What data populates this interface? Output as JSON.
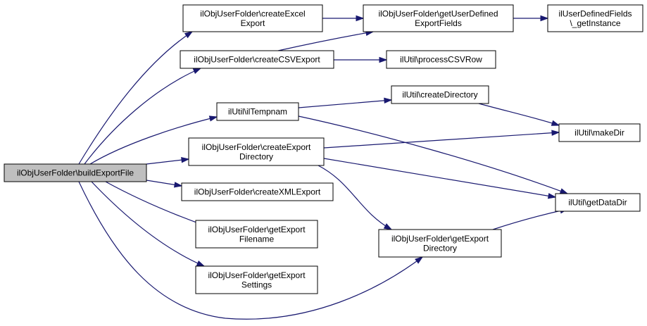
{
  "nodes": {
    "buildExportFile": {
      "lines": [
        "ilObjUserFolder\\buildExportFile"
      ]
    },
    "createExcelExport": {
      "lines": [
        "ilObjUserFolder\\createExcel",
        "Export"
      ]
    },
    "createCSVExport": {
      "lines": [
        "ilObjUserFolder\\createCSVExport"
      ]
    },
    "ilTempnam": {
      "lines": [
        "ilUtil\\ilTempnam"
      ]
    },
    "createExportDirectory": {
      "lines": [
        "ilObjUserFolder\\createExport",
        "Directory"
      ]
    },
    "createXMLExport": {
      "lines": [
        "ilObjUserFolder\\createXMLExport"
      ]
    },
    "getExportFilename": {
      "lines": [
        "ilObjUserFolder\\getExport",
        "Filename"
      ]
    },
    "getExportSettings": {
      "lines": [
        "ilObjUserFolder\\getExport",
        "Settings"
      ]
    },
    "getUserDefinedExportFields": {
      "lines": [
        "ilObjUserFolder\\getUserDefined",
        "ExportFields"
      ]
    },
    "udfGetInstance": {
      "lines": [
        "ilUserDefinedFields",
        "\\_getInstance"
      ]
    },
    "processCSVRow": {
      "lines": [
        "ilUtil\\processCSVRow"
      ]
    },
    "createDirectory": {
      "lines": [
        "ilUtil\\createDirectory"
      ]
    },
    "makeDir": {
      "lines": [
        "ilUtil\\makeDir"
      ]
    },
    "getDataDir": {
      "lines": [
        "ilUtil\\getDataDir"
      ]
    },
    "getExportDirectory": {
      "lines": [
        "ilObjUserFolder\\getExport",
        "Directory"
      ]
    }
  },
  "edges": [
    [
      "buildExportFile",
      "createExcelExport"
    ],
    [
      "buildExportFile",
      "createCSVExport"
    ],
    [
      "buildExportFile",
      "ilTempnam"
    ],
    [
      "buildExportFile",
      "createExportDirectory"
    ],
    [
      "buildExportFile",
      "createXMLExport"
    ],
    [
      "buildExportFile",
      "getExportFilename"
    ],
    [
      "buildExportFile",
      "getExportSettings"
    ],
    [
      "buildExportFile",
      "getExportDirectory"
    ],
    [
      "createExcelExport",
      "getUserDefinedExportFields"
    ],
    [
      "createCSVExport",
      "getUserDefinedExportFields"
    ],
    [
      "createCSVExport",
      "processCSVRow"
    ],
    [
      "getUserDefinedExportFields",
      "udfGetInstance"
    ],
    [
      "ilTempnam",
      "createDirectory"
    ],
    [
      "ilTempnam",
      "getDataDir"
    ],
    [
      "createDirectory",
      "makeDir"
    ],
    [
      "createExportDirectory",
      "makeDir"
    ],
    [
      "createExportDirectory",
      "getDataDir"
    ],
    [
      "createExportDirectory",
      "getExportDirectory"
    ],
    [
      "getExportDirectory",
      "getDataDir"
    ]
  ],
  "colors": {
    "edge": "#191970",
    "root_fill": "#bfbfbf",
    "node_fill": "#ffffff",
    "node_border": "#000000"
  }
}
